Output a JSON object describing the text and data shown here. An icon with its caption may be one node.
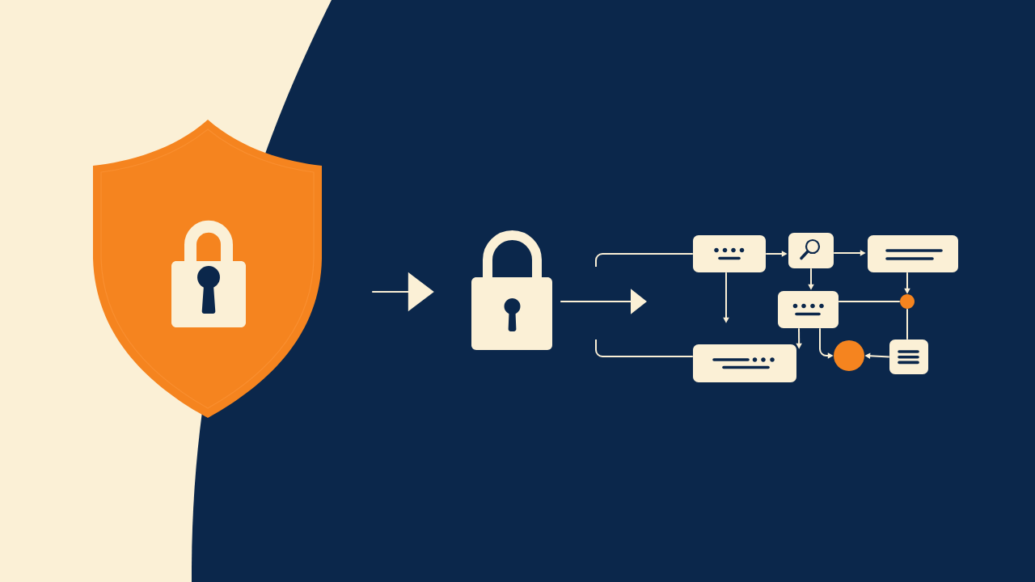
{
  "diagram": {
    "nodes": [
      {
        "text": [],
        "shape": "shield"
      },
      {
        "text": [],
        "shape": "padlock"
      },
      {
        "text": [],
        "shape": "box"
      },
      {
        "text": [],
        "shape": "box"
      },
      {
        "text": [],
        "shape": "box"
      },
      {
        "text": [],
        "shape": "box"
      },
      {
        "text": [],
        "shape": "box"
      },
      {
        "text": [],
        "shape": "circle"
      },
      {
        "text": [],
        "shape": "circle"
      },
      {
        "text": [],
        "shape": "box"
      }
    ],
    "edges": [
      {
        "from": 0,
        "to": 1,
        "arrow": "to"
      },
      {
        "from": 1,
        "to": null,
        "arrow": "to"
      },
      {
        "from": null,
        "to": 2,
        "arrow": "none"
      },
      {
        "from": null,
        "to": 6,
        "arrow": "none"
      },
      {
        "from": 2,
        "to": 3,
        "arrow": "to"
      },
      {
        "from": 3,
        "to": 4,
        "arrow": "to"
      },
      {
        "from": 3,
        "to": 5,
        "arrow": "to"
      },
      {
        "from": 2,
        "to": 6,
        "arrow": "to"
      },
      {
        "from": 4,
        "to": 7,
        "arrow": "to"
      },
      {
        "from": 5,
        "to": 7,
        "arrow": "none"
      },
      {
        "from": 7,
        "to": 9,
        "arrow": "none"
      },
      {
        "from": 5,
        "to": 6,
        "arrow": "to"
      },
      {
        "from": 5,
        "to": 8,
        "arrow": "to"
      },
      {
        "from": 9,
        "to": 8,
        "arrow": "to"
      }
    ]
  }
}
